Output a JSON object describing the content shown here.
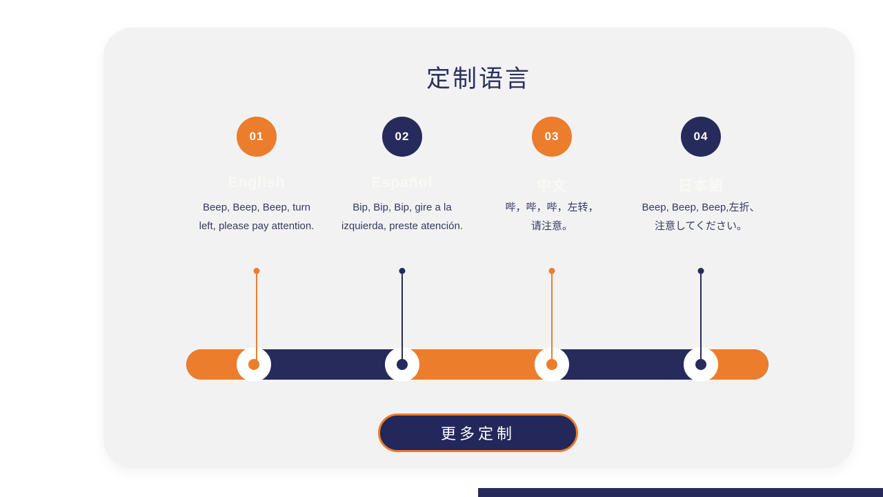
{
  "card": {
    "title": "定制语言",
    "button_label": "更多定制"
  },
  "colors": {
    "orange": "#EB7D2D",
    "navy": "#262B5C",
    "card_background": "#F2F2F3",
    "page_background": "#FFFFFF",
    "description_text": "#363A5F",
    "faded_label": "#FAF9F5",
    "button_fill": "#232759",
    "button_border": "#EB7D2D"
  },
  "steps": [
    {
      "number": "01",
      "circle_color": "orange",
      "language": "English",
      "line1": "Beep, Beep, Beep, turn",
      "line2": "left, please pay attention."
    },
    {
      "number": "02",
      "circle_color": "navy",
      "language": "Español",
      "line1": "Bip, Bip, Bip, gire a la",
      "line2": "izquierda, preste atención."
    },
    {
      "number": "03",
      "circle_color": "orange",
      "language": "中文",
      "line1": "哔，哔，哔，左转，",
      "line2": "请注意。"
    },
    {
      "number": "04",
      "circle_color": "navy",
      "language": "日本語",
      "line1": "Beep, Beep, Beep,左折、",
      "line2": "注意してください。"
    }
  ]
}
